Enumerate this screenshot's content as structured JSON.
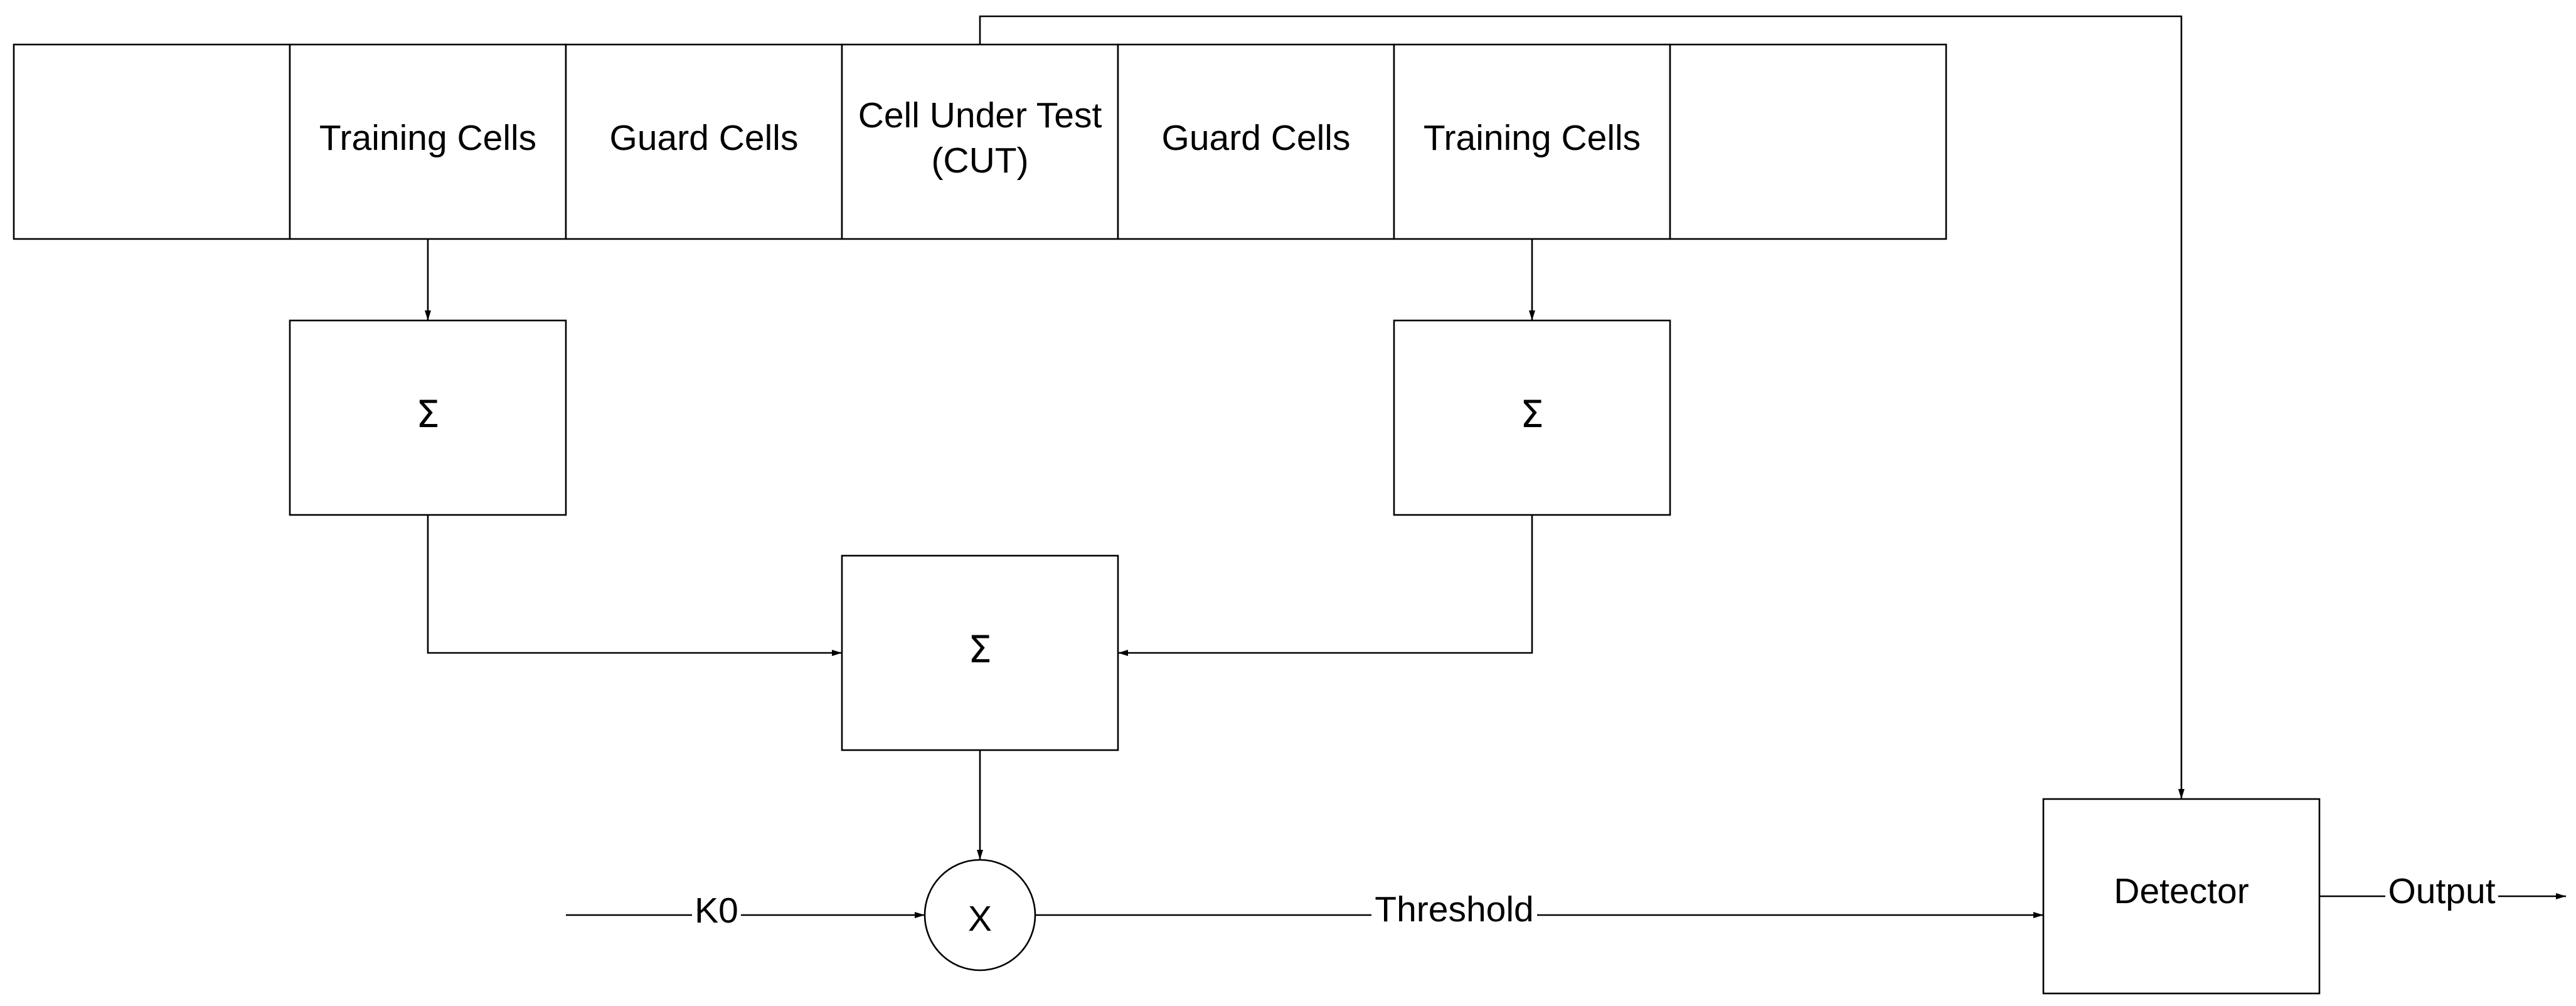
{
  "cells": [
    {
      "label": ""
    },
    {
      "label": "Training Cells"
    },
    {
      "label": "Guard Cells"
    },
    {
      "label_line1": "Cell Under Test",
      "label_line2": "(CUT)"
    },
    {
      "label": "Guard Cells"
    },
    {
      "label": "Training Cells"
    },
    {
      "label": ""
    }
  ],
  "summers": {
    "left": "Σ",
    "right": "Σ",
    "combined": "Σ"
  },
  "multiplier": "X",
  "labels": {
    "k0": "K0",
    "threshold": "Threshold",
    "detector": "Detector",
    "output": "Output"
  }
}
